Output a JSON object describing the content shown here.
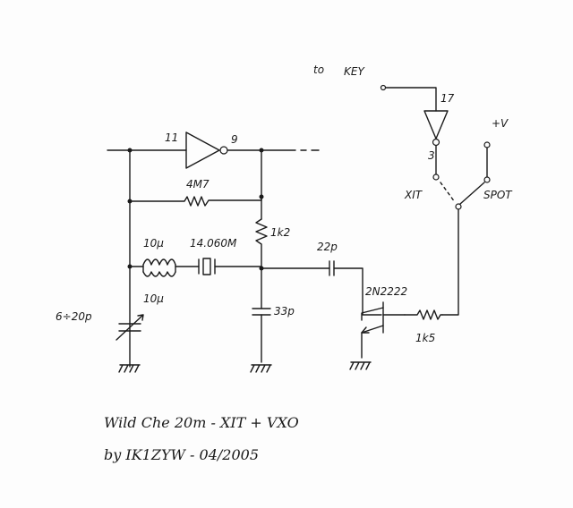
{
  "labels": {
    "to_key": "to",
    "key": "KEY",
    "pin17": "17",
    "pin11": "11",
    "pin9": "9",
    "pin3": "3",
    "plus_v": "+V",
    "xit": "XIT",
    "spot": "SPOT",
    "r_4m7": "4M7",
    "r_1k2": "1k2",
    "l_10u_top": "10µ",
    "l_10u_bottom": "10µ",
    "xtal": "14.060M",
    "c_22p": "22p",
    "c_33p": "33p",
    "c_trim": "6÷20p",
    "transistor": "2N2222",
    "r_1k5": "1k5",
    "dashes": "- -"
  },
  "footer": {
    "line1": "Wild Che 20m - XIT + VXO",
    "line2": "by IK1ZYW - 04/2005"
  }
}
